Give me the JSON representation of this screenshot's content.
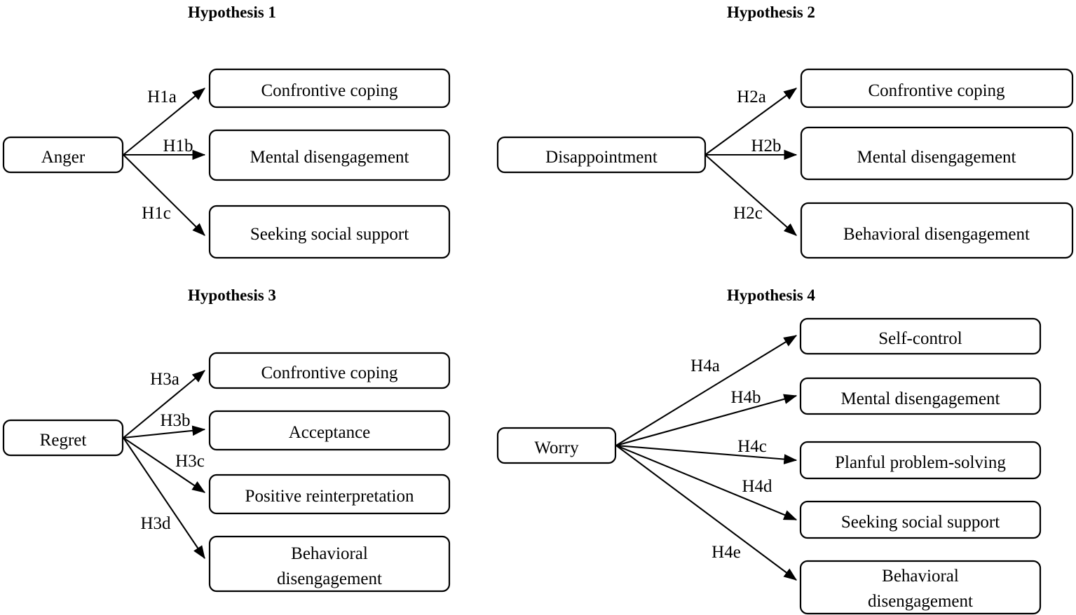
{
  "figure": {
    "kind": "hypothesis-path-diagram",
    "panel_count": 4,
    "box_fill": "#ffffff",
    "stroke_color": "#000000",
    "background": "#ffffff"
  },
  "panels": [
    {
      "id": "h1",
      "title": "Hypothesis 1",
      "source": "Anger",
      "edges": [
        {
          "label": "H1a",
          "target": "Confrontive coping"
        },
        {
          "label": "H1b",
          "target": "Mental disengagement"
        },
        {
          "label": "H1c",
          "target": "Seeking social support"
        }
      ]
    },
    {
      "id": "h2",
      "title": "Hypothesis 2",
      "source": "Disappointment",
      "edges": [
        {
          "label": "H2a",
          "target": "Confrontive coping"
        },
        {
          "label": "H2b",
          "target": "Mental disengagement"
        },
        {
          "label": "H2c",
          "target": "Behavioral disengagement"
        }
      ]
    },
    {
      "id": "h3",
      "title": "Hypothesis 3",
      "source": "Regret",
      "edges": [
        {
          "label": "H3a",
          "target": "Confrontive coping"
        },
        {
          "label": "H3b",
          "target": "Acceptance"
        },
        {
          "label": "H3c",
          "target": "Positive reinterpretation"
        },
        {
          "label": "H3d",
          "target": "Behavioral disengagement",
          "target_line1": "Behavioral",
          "target_line2": "disengagement"
        }
      ]
    },
    {
      "id": "h4",
      "title": "Hypothesis 4",
      "source": "Worry",
      "edges": [
        {
          "label": "H4a",
          "target": "Self-control"
        },
        {
          "label": "H4b",
          "target": "Mental disengagement"
        },
        {
          "label": "H4c",
          "target": "Planful problem-solving"
        },
        {
          "label": "H4d",
          "target": "Seeking social support"
        },
        {
          "label": "H4e",
          "target": "Behavioral disengagement",
          "target_line1": "Behavioral",
          "target_line2": "disengagement"
        }
      ]
    }
  ]
}
